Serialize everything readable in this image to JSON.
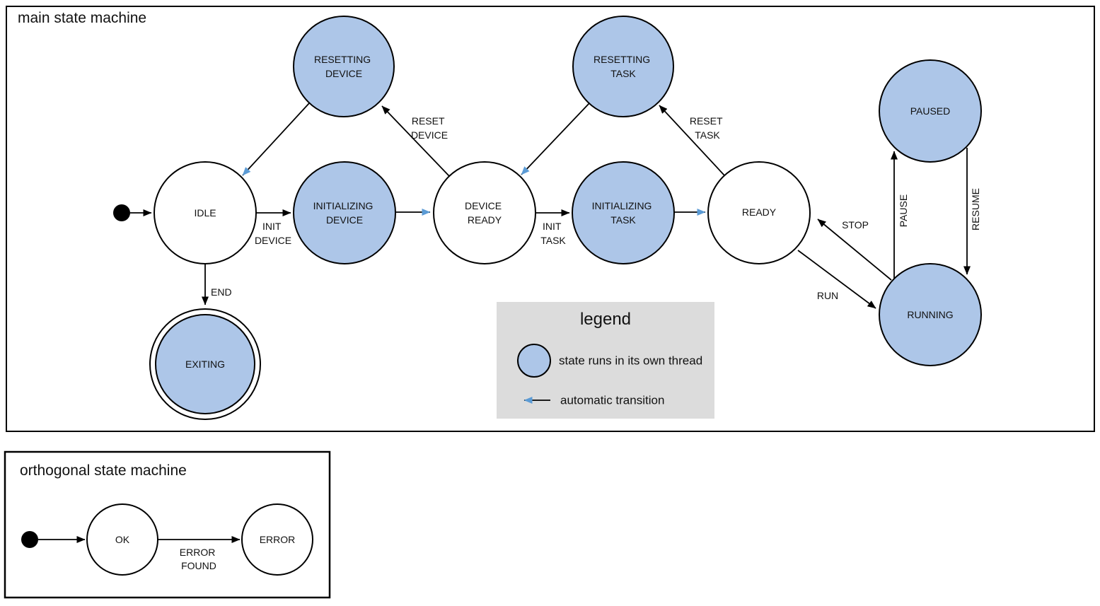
{
  "colors": {
    "thread_fill": "#adc6e8",
    "normal_fill": "#ffffff",
    "automatic": "#5b9bd5",
    "legend_bg": "#dcdcdc"
  },
  "main_machine": {
    "title": "main state machine",
    "states": {
      "idle": {
        "label": "IDLE"
      },
      "initializing_device": {
        "line1": "INITIALIZING",
        "line2": "DEVICE"
      },
      "device_ready": {
        "line1": "DEVICE",
        "line2": "READY"
      },
      "initializing_task": {
        "line1": "INITIALIZING",
        "line2": "TASK"
      },
      "ready": {
        "label": "READY"
      },
      "resetting_device": {
        "line1": "RESETTING",
        "line2": "DEVICE"
      },
      "resetting_task": {
        "line1": "RESETTING",
        "line2": "TASK"
      },
      "paused": {
        "label": "PAUSED"
      },
      "running": {
        "label": "RUNNING"
      },
      "exiting": {
        "label": "EXITING"
      }
    },
    "transitions": {
      "init_device": {
        "line1": "INIT",
        "line2": "DEVICE"
      },
      "init_task": {
        "line1": "INIT",
        "line2": "TASK"
      },
      "reset_device": {
        "line1": "RESET",
        "line2": "DEVICE"
      },
      "reset_task": {
        "line1": "RESET",
        "line2": "TASK"
      },
      "run": {
        "label": "RUN"
      },
      "stop": {
        "label": "STOP"
      },
      "pause": {
        "label": "PAUSE"
      },
      "resume": {
        "label": "RESUME"
      },
      "end": {
        "label": "END"
      }
    }
  },
  "legend": {
    "title": "legend",
    "items": [
      {
        "label": "state runs in its own thread"
      },
      {
        "label": "automatic transition"
      }
    ]
  },
  "orthogonal_machine": {
    "title": "orthogonal state machine",
    "states": {
      "ok": {
        "label": "OK"
      },
      "error": {
        "label": "ERROR"
      }
    },
    "transitions": {
      "error_found": {
        "line1": "ERROR",
        "line2": "FOUND"
      }
    }
  }
}
